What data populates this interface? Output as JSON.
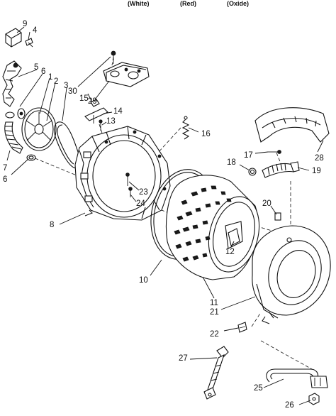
{
  "header": {
    "white": "(White)",
    "red": "(Red)",
    "oxide": "(Oxide)"
  },
  "callouts": {
    "p1": "1",
    "p2": "2",
    "p3": "3",
    "p4": "4",
    "p5": "5",
    "p6a": "6",
    "p6b": "6",
    "p7": "7",
    "p8": "8",
    "p9": "9",
    "p10": "10",
    "p11": "11",
    "p12": "12",
    "p13": "13",
    "p14": "14",
    "p15": "15",
    "p16": "16",
    "p17": "17",
    "p18": "18",
    "p19": "19",
    "p20": "20",
    "p21": "21",
    "p22": "22",
    "p23": "23",
    "p24": "24",
    "p25": "25",
    "p26": "26",
    "p27": "27",
    "p28": "28",
    "p29": "29",
    "p30": "30"
  }
}
